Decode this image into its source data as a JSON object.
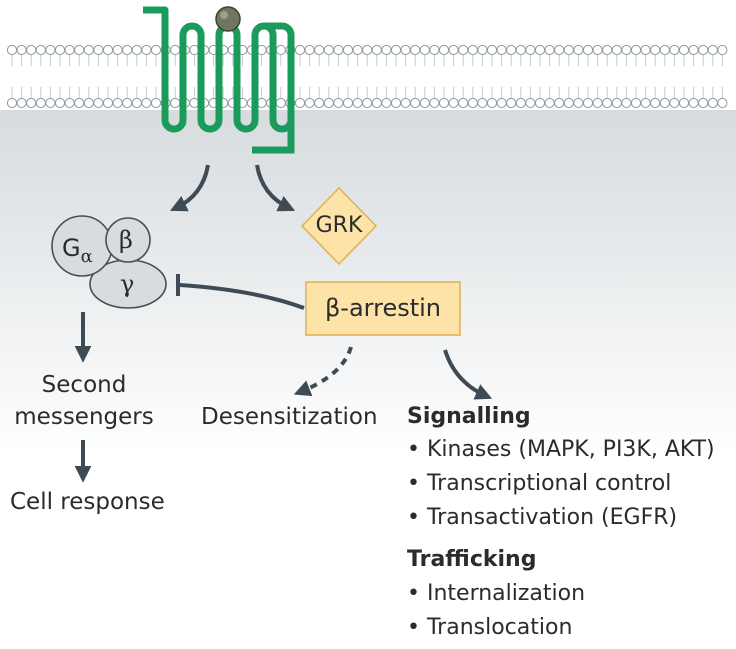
{
  "colors": {
    "receptor": "#1a9b5c",
    "membrane_head": "#ffffff",
    "membrane_stroke": "#8e9aa2",
    "ligand": "#6f7560",
    "arrow": "#3f4b54",
    "arrestin_fill": "#fde3a7",
    "arrestin_stroke": "#e0b25a",
    "grk_fill": "#fde3a7",
    "gprotein_fill": "#d9dcde",
    "gprotein_stroke": "#4a4f53",
    "background_top": "#d6dbde",
    "background_bottom": "#ffffff"
  },
  "icons": {
    "ligand": "ligand-ball-icon",
    "receptor": "seven-transmembrane-receptor-icon"
  },
  "gprotein": {
    "alpha_main": "G",
    "alpha_sub": "α",
    "beta": "β",
    "gamma": "γ"
  },
  "grk": {
    "label": "GRK"
  },
  "arrestin": {
    "label": "β-arrestin"
  },
  "left_path": {
    "second_line1": "Second",
    "second_line2": "messengers",
    "cell_response": "Cell response"
  },
  "desensitization": "Desensitization",
  "signalling": {
    "title": "Signalling",
    "items": [
      "• Kinases (MAPK, PI3K, AKT)",
      "• Transcriptional control",
      "• Transactivation (EGFR)"
    ]
  },
  "trafficking": {
    "title": "Trafficking",
    "items": [
      "• Internalization",
      "• Translocation"
    ]
  }
}
